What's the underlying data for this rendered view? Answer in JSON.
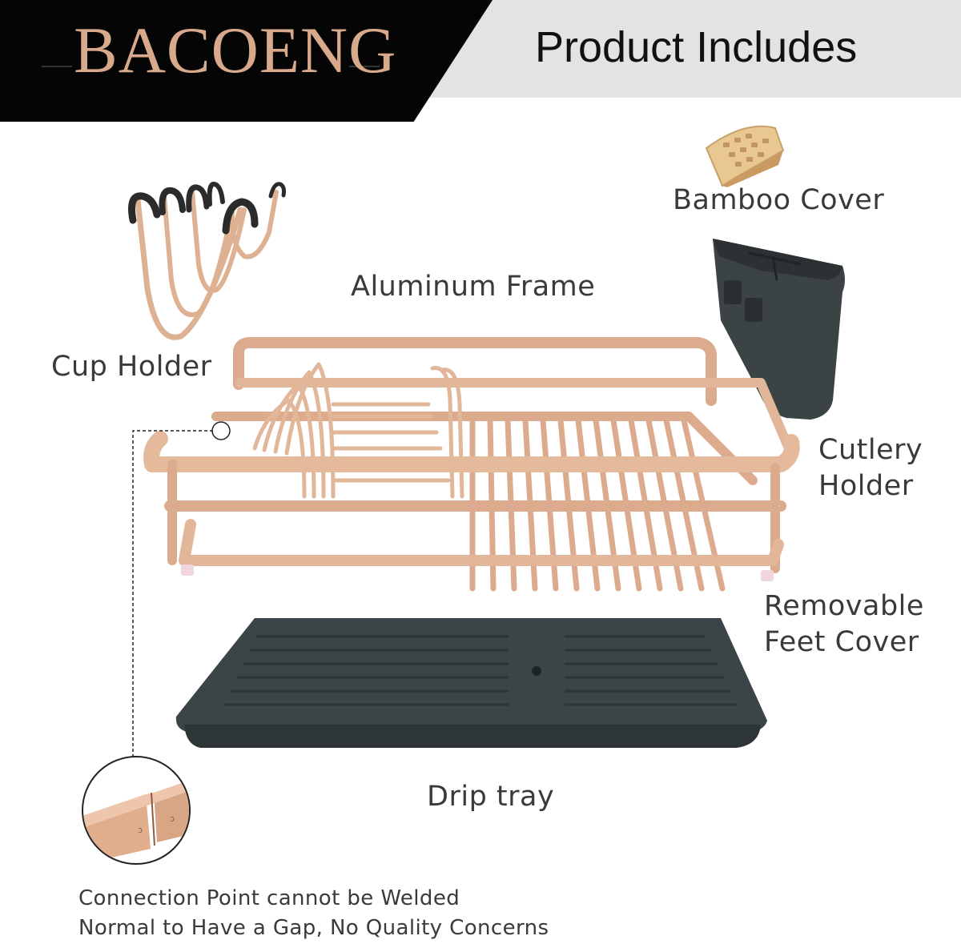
{
  "banner": {
    "brand": "BACOENG",
    "title": "Product Includes"
  },
  "labels": {
    "bamboo_cover": "Bamboo Cover",
    "aluminum_frame": "Aluminum Frame",
    "cup_holder": "Cup Holder",
    "cutlery_holder": [
      "Cutlery",
      "Holder"
    ],
    "feet_cover": [
      "Removable",
      "Feet Cover"
    ],
    "drip_tray": "Drip tray"
  },
  "notes": [
    "Connection Point cannot be Welded",
    "Normal to Have a Gap, No Quality Concerns"
  ],
  "colors": {
    "rose_gold": "#dcaa8c",
    "tray": "#3b4446",
    "banner_black": "#050505",
    "banner_gray": "#e3e3e3",
    "bamboo": "#e8c48c"
  }
}
